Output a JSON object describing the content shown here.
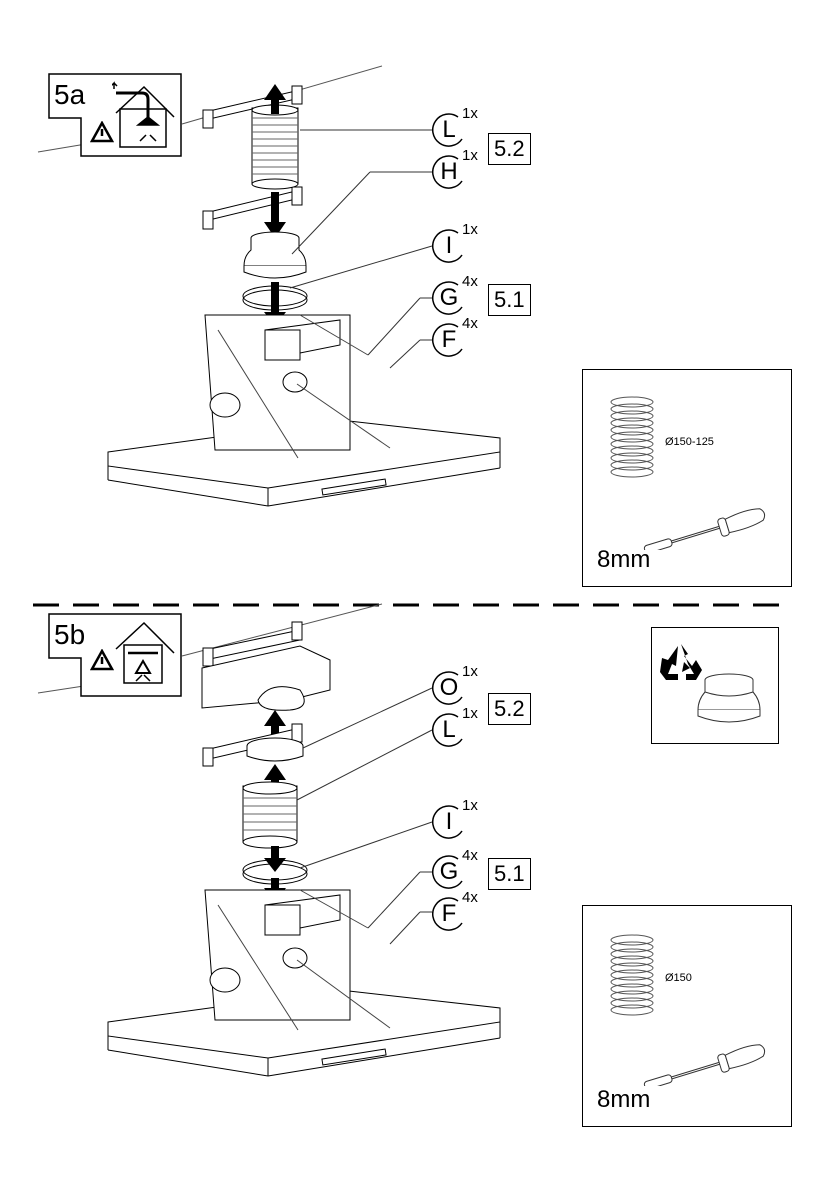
{
  "document": {
    "type": "installation-instruction",
    "sections": [
      {
        "step": "5a",
        "mode_icon": "ducted-extraction-icon",
        "warning_icon": "warning-triangle-icon",
        "callouts": [
          {
            "letter": "L",
            "qty": "1x"
          },
          {
            "letter": "H",
            "qty": "1x"
          },
          {
            "letter": "I",
            "qty": "1x"
          },
          {
            "letter": "G",
            "qty": "4x"
          },
          {
            "letter": "F",
            "qty": "4x"
          }
        ],
        "refs": [
          "5.2",
          "5.1"
        ],
        "tools_panel": {
          "hose_diameter": "Ø150-125",
          "tool_size": "8mm"
        }
      },
      {
        "step": "5b",
        "mode_icon": "recirculation-icon",
        "warning_icon": "warning-triangle-icon",
        "callouts": [
          {
            "letter": "O",
            "qty": "1x"
          },
          {
            "letter": "L",
            "qty": "1x"
          },
          {
            "letter": "I",
            "qty": "1x"
          },
          {
            "letter": "G",
            "qty": "4x"
          },
          {
            "letter": "F",
            "qty": "4x"
          }
        ],
        "refs": [
          "5.2",
          "5.1"
        ],
        "recycle_panel": {
          "icon": "recycle-icon",
          "part": "reducer-collar"
        },
        "tools_panel": {
          "hose_diameter": "Ø150",
          "tool_size": "8mm"
        }
      }
    ]
  }
}
